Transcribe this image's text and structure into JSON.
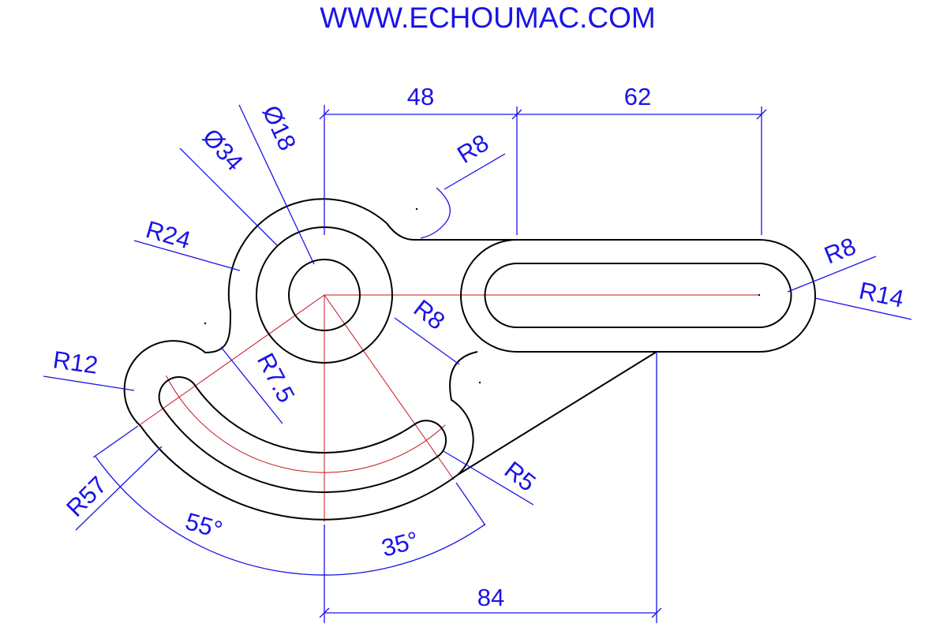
{
  "header": {
    "title": "WWW.ECHOUMAC.COM"
  },
  "colors": {
    "dimension": "#1a14e6",
    "object": "#000000",
    "centerline": "#c8141e"
  },
  "dimensions": {
    "d48": "48",
    "d62": "62",
    "d84": "84",
    "r8_top": "R8",
    "dia18": "Ø18",
    "dia34": "Ø34",
    "r24": "R24",
    "r12": "R12",
    "r7_5": "R7.5",
    "r8_mid": "R8",
    "r8_right": "R8",
    "r14": "R14",
    "r5": "R5",
    "r57": "R57",
    "a55": "55°",
    "a35": "35°"
  }
}
